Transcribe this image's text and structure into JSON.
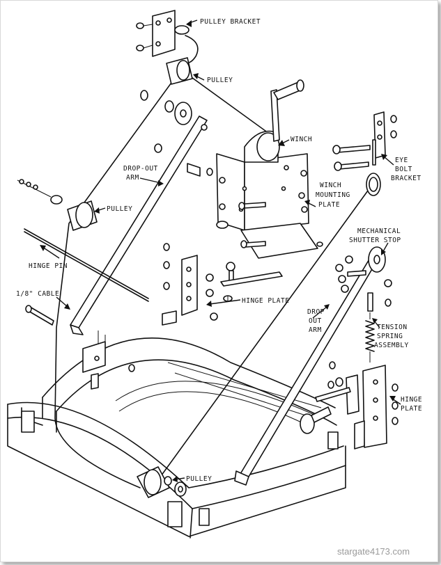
{
  "labels": {
    "pulley_bracket": "PULLEY BRACKET",
    "pulley_top": "PULLEY",
    "winch": "WINCH",
    "eye_bolt_1": "EYE",
    "eye_bolt_2": "BOLT",
    "eye_bolt_3": "BRACKET",
    "drop_out_arm_left_1": "DROP-OUT",
    "drop_out_arm_left_2": "ARM",
    "winch_mount_1": "WINCH",
    "winch_mount_2": "MOUNTING",
    "winch_mount_3": "PLATE",
    "pulley_left": "PULLEY",
    "mechanical_stop_1": "MECHANICAL",
    "mechanical_stop_2": "SHUTTER STOP",
    "hinge_pin": "HINGE PIN",
    "cable": "1/8\" CABLE",
    "hinge_plate_center": "HINGE PLATE",
    "drop_out_arm_right_1": "DROP",
    "drop_out_arm_right_2": "OUT",
    "drop_out_arm_right_3": "ARM",
    "tension_1": "TENSION",
    "tension_2": "SPRING",
    "tension_3": "ASSEMBLY",
    "hinge_plate_right_1": "HINGE",
    "hinge_plate_right_2": "PLATE",
    "pulley_bottom": "PULLEY"
  },
  "watermark": "stargate4173.com"
}
